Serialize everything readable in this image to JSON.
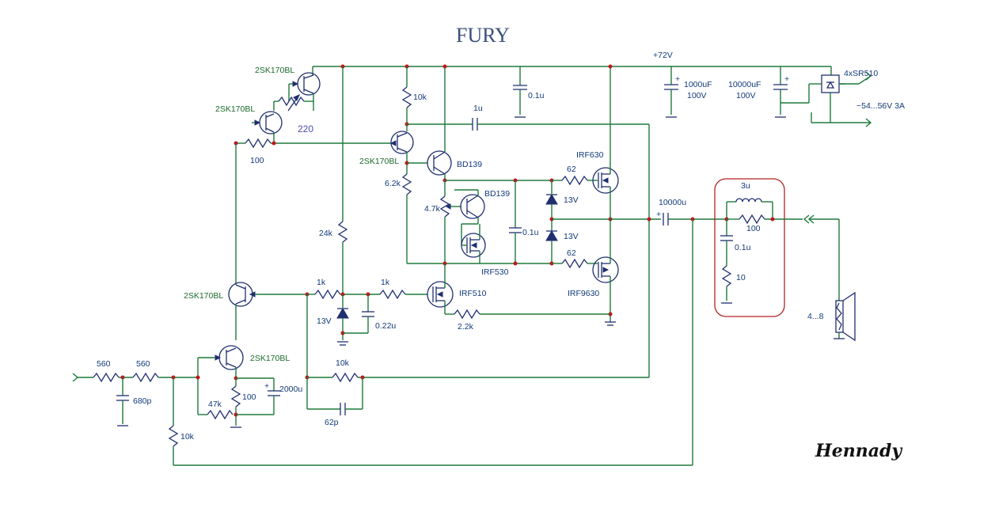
{
  "title": "FURY",
  "signature": "Hennady",
  "colors": {
    "wire": "#1e7a3a",
    "component": "#1f2f6f",
    "node": "#c0161b",
    "filter_box": "#b22222"
  },
  "labels": {
    "supply": "+72V",
    "rectifier": "4xSR510",
    "ac_in": "~54...56V 3A",
    "cap_1000": "1000uF",
    "cap_1000_v": "100V",
    "cap_10000": "10000uF",
    "cap_10000_v": "100V",
    "cap_01_top": "0.1u",
    "q_top1": "2SK170BL",
    "q_top2": "2SK170BL",
    "pot_220": "220",
    "r_100_a": "100",
    "r_10k": "10k",
    "c_1u": "1u",
    "q_mid": "2SK170BL",
    "bd139_a": "BD139",
    "bd139_b": "BD139",
    "r_6_2k": "6.2k",
    "pot_4_7k": "4.7k",
    "irf530": "IRF530",
    "c_01_mid": "0.1u",
    "irf630": "IRF630",
    "r_62_top": "62",
    "z_13v_top": "13V",
    "z_13v_bot": "13V",
    "r_62_bot": "62",
    "irf9630": "IRF9630",
    "c_10000u": "10000u",
    "r_24k": "24k",
    "q_left": "2SK170BL",
    "r_1k_a": "1k",
    "r_1k_b": "1k",
    "z_13v_left": "13V",
    "c_022u": "0.22u",
    "irf510": "IRF510",
    "r_2_2k": "2.2k",
    "l_3u": "3u",
    "r_100_out": "100",
    "c_01_out": "0.1u",
    "r_10_out": "10",
    "spk": "4...8",
    "r_560_a": "560",
    "r_560_b": "560",
    "c_680p": "680p",
    "q_input": "2SK170BL",
    "r_100_src": "100",
    "c_2000u": "2000u",
    "r_47k": "47k",
    "r_10k_fb": "10k",
    "c_62p": "62p",
    "r_10k_gnd": "10k"
  }
}
